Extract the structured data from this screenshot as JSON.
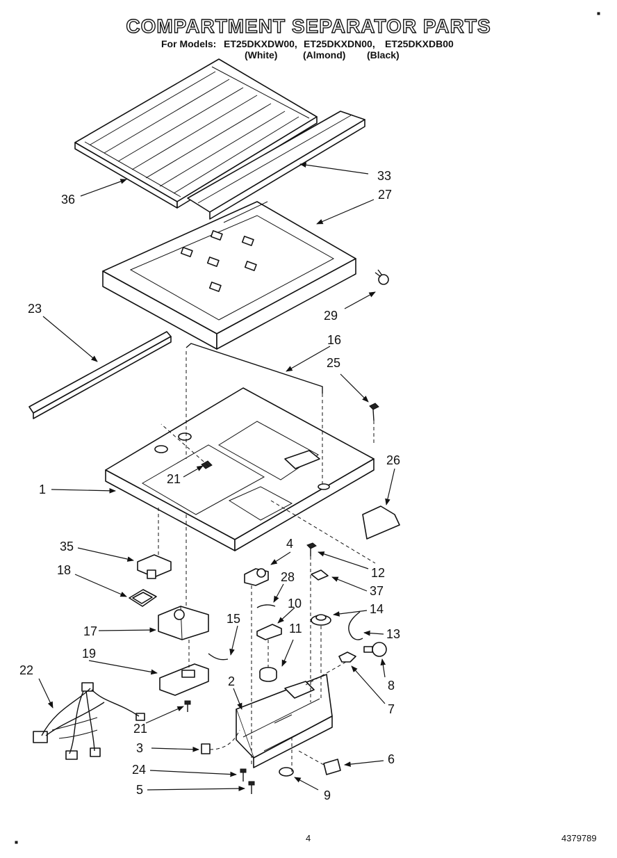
{
  "header": {
    "title": "COMPARTMENT SEPARATOR PARTS",
    "for_models_label": "For Models:",
    "models": [
      {
        "code": "ET25DKXDW00,",
        "color": "(White)"
      },
      {
        "code": "ET25DKXDN00,",
        "color": "(Almond)"
      },
      {
        "code": "ET25DKXDB00",
        "color": "(Black)"
      }
    ]
  },
  "footer": {
    "page": "4",
    "doc_number": "4379789"
  },
  "callouts": {
    "c1": "1",
    "c2": "2",
    "c3": "3",
    "c4": "4",
    "c5": "5",
    "c6": "6",
    "c7": "7",
    "c8": "8",
    "c9": "9",
    "c10": "10",
    "c11": "11",
    "c12": "12",
    "c13": "13",
    "c14": "14",
    "c15": "15",
    "c16": "16",
    "c17": "17",
    "c18": "18",
    "c19": "19",
    "c21a": "21",
    "c21b": "21",
    "c22": "22",
    "c23": "23",
    "c24": "24",
    "c25": "25",
    "c26": "26",
    "c27": "27",
    "c28": "28",
    "c29": "29",
    "c33": "33",
    "c35": "35",
    "c36": "36",
    "c37": "37"
  }
}
